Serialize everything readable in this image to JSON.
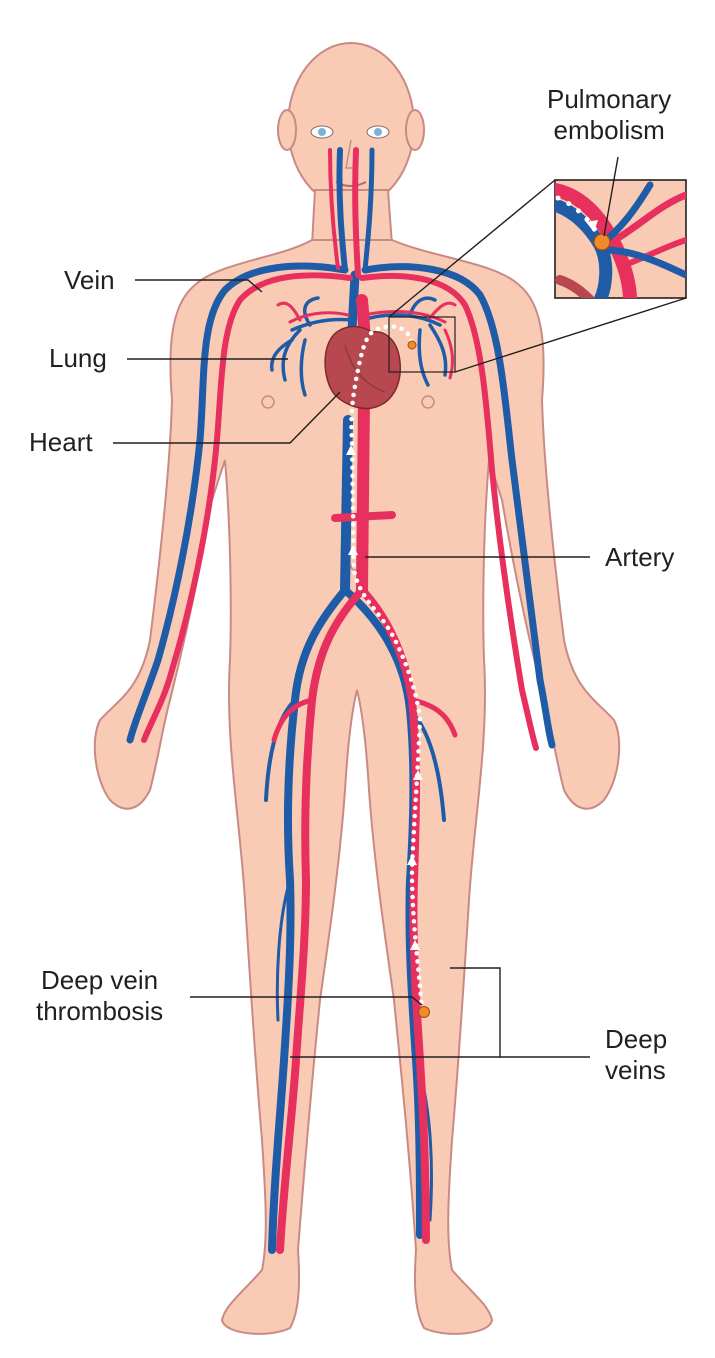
{
  "labels": {
    "vein": "Vein",
    "lung": "Lung",
    "heart": "Heart",
    "artery": "Artery",
    "pulmonary_embolism": [
      "Pulmonary",
      "embolism"
    ],
    "deep_vein_thrombosis": [
      "Deep vein",
      "thrombosis"
    ],
    "deep_veins": [
      "Deep",
      "veins"
    ]
  },
  "colors": {
    "skin": "#f9cbb4",
    "skin_outline": "#c98a86",
    "artery": "#e8305e",
    "vein": "#1f5ca8",
    "heart": "#b7484f",
    "clot": "#f08a2a",
    "path_dots": "#ffffff",
    "text": "#231f20"
  }
}
